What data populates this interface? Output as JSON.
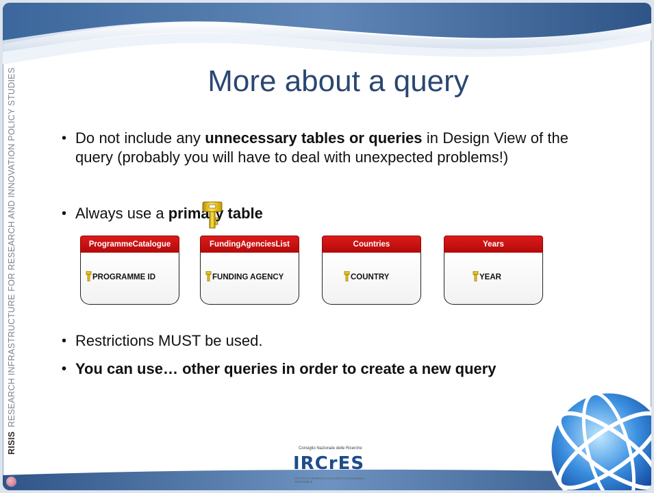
{
  "slide": {
    "title": "More about a query",
    "side_label_brand": "RISIS",
    "side_label_text": "RESEARCH INFRASTRUCTURE FOR RESEARCH AND INNOVATION POLICY STUDIES"
  },
  "bullets": [
    {
      "marker": "•",
      "parts": [
        "Do not include any ",
        "unnecessary tables or queries",
        " in Design View of the query (probably you will have to deal with unexpected problems!)"
      ]
    },
    {
      "marker": "•",
      "parts": [
        "Always use a ",
        "primary table"
      ]
    },
    {
      "marker": "•",
      "text": "Restrictions MUST be used."
    },
    {
      "marker": "•",
      "text": "You can use… other queries in order to create a new query"
    }
  ],
  "tables": [
    {
      "name": "ProgrammeCatalogue",
      "field": "PROGRAMME ID"
    },
    {
      "name": "FundingAgenciesList",
      "field": "FUNDING AGENCY"
    },
    {
      "name": "Countries",
      "field": "COUNTRY"
    },
    {
      "name": "Years",
      "field": "YEAR"
    }
  ],
  "logo": {
    "org": "Consiglio Nazionale delle Ricerche",
    "mark": "IRCrES",
    "tagline": "ISTITUTO DI RICERCA SULLA CRESCITA ECONOMICA SOSTENIBILE"
  },
  "colors": {
    "title": "#2b4772",
    "table_header": "#c81010",
    "accent_blue": "#1d4c8a"
  },
  "icons": [
    "key-icon",
    "globe-icon",
    "cnr-logo-icon"
  ]
}
